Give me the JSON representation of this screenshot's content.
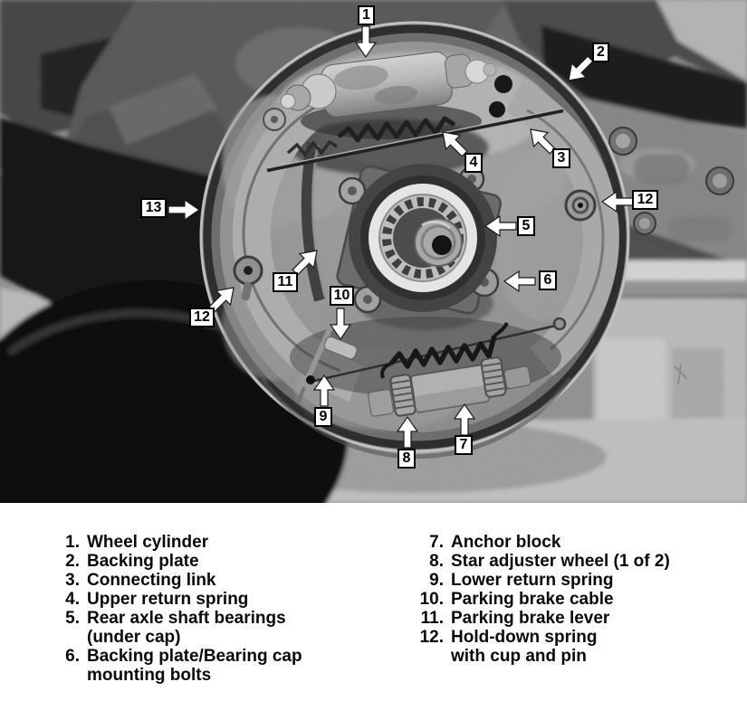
{
  "figure": {
    "callouts": [
      {
        "id": "1",
        "label": "1"
      },
      {
        "id": "2",
        "label": "2"
      },
      {
        "id": "3",
        "label": "3"
      },
      {
        "id": "4",
        "label": "4"
      },
      {
        "id": "5",
        "label": "5"
      },
      {
        "id": "6",
        "label": "6"
      },
      {
        "id": "7",
        "label": "7"
      },
      {
        "id": "8",
        "label": "8"
      },
      {
        "id": "9",
        "label": "9"
      },
      {
        "id": "10",
        "label": "10"
      },
      {
        "id": "11",
        "label": "11"
      },
      {
        "id": "12-left",
        "label": "12"
      },
      {
        "id": "12-right",
        "label": "12"
      },
      {
        "id": "13",
        "label": "13"
      }
    ]
  },
  "legend": {
    "left": [
      {
        "num": "1.",
        "line1": "Wheel cylinder"
      },
      {
        "num": "2.",
        "line1": "Backing plate"
      },
      {
        "num": "3.",
        "line1": "Connecting link"
      },
      {
        "num": "4.",
        "line1": "Upper return spring"
      },
      {
        "num": "5.",
        "line1": "Rear axle shaft bearings",
        "line2": "(under cap)"
      },
      {
        "num": "6.",
        "line1": "Backing plate/Bearing cap",
        "line2": "mounting bolts"
      }
    ],
    "right": [
      {
        "num": "7.",
        "line1": "Anchor block"
      },
      {
        "num": "8.",
        "line1": "Star adjuster wheel (1 of 2)"
      },
      {
        "num": "9.",
        "line1": "Lower return spring"
      },
      {
        "num": "10.",
        "line1": "Parking brake cable"
      },
      {
        "num": "11.",
        "line1": "Parking brake lever"
      },
      {
        "num": "12.",
        "line1": "Hold-down spring",
        "line2": "with cup and pin"
      }
    ]
  },
  "colors": {
    "callout_bg": "#ffffff",
    "callout_border": "#000000",
    "callout_text": "#000000",
    "legend_text": "#0a0a0a",
    "page_bg": "#ffffff"
  }
}
